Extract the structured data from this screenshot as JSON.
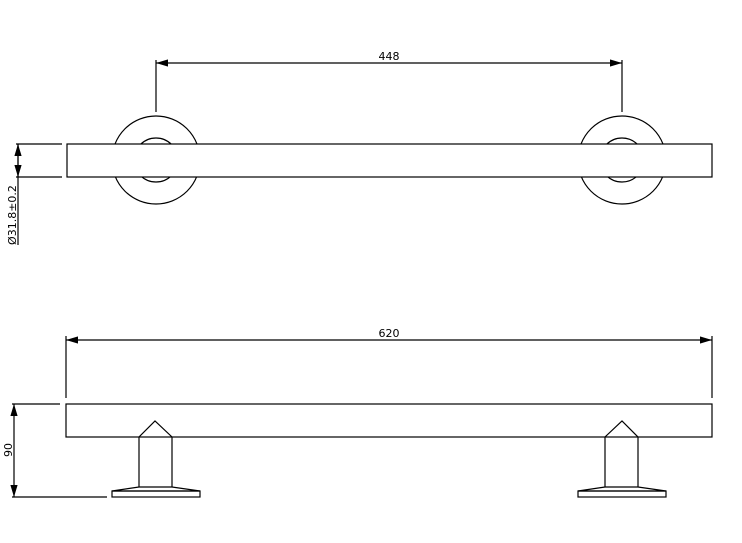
{
  "top_view": {
    "center_distance_label": "448",
    "diameter_label": "Ø31.8±0.2"
  },
  "side_view": {
    "overall_length_label": "620",
    "height_label": "90"
  },
  "colors": {
    "line": "#000000",
    "background": "#ffffff"
  }
}
